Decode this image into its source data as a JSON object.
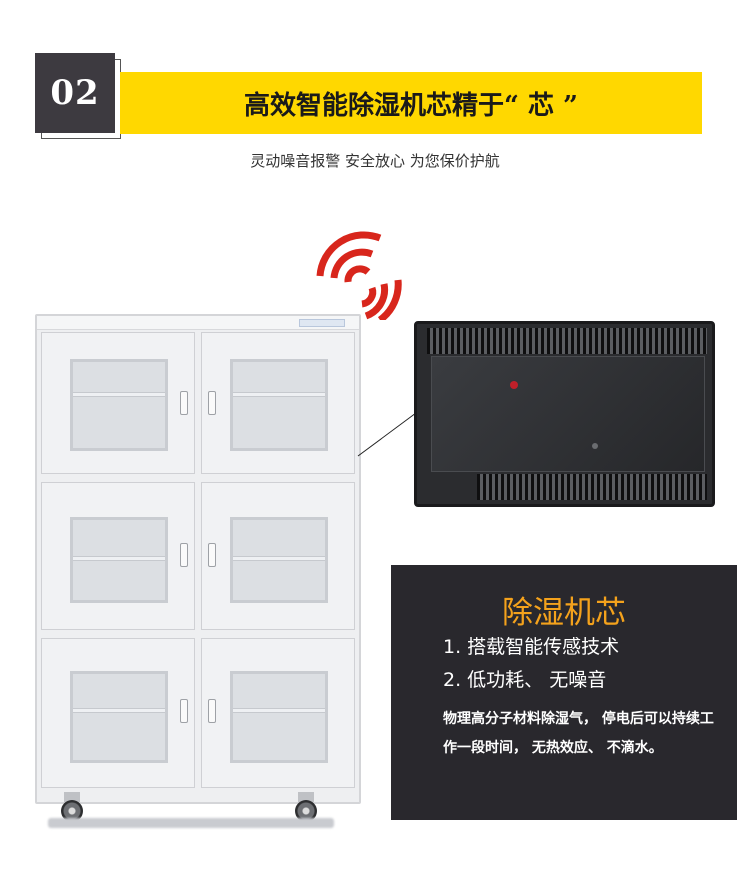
{
  "header": {
    "number": "02",
    "title": "高效智能除湿机芯精于“ 芯 ”",
    "subtitle": "灵动噪音报警 安全放心 为您保价护航"
  },
  "info": {
    "title": "除湿机芯",
    "features": [
      "1. 搭载智能传感技术",
      "2. 低功耗、 无噪音"
    ],
    "description": "物理高分子材料除湿气， 停电后可以持续工作一段时间， 无热效应、 不滴水。"
  },
  "colors": {
    "accent_yellow": "#ffd800",
    "badge_dark": "#3d3a40",
    "info_bg": "#29282d",
    "info_title": "#f4a21c",
    "signal_red": "#d8261c"
  }
}
